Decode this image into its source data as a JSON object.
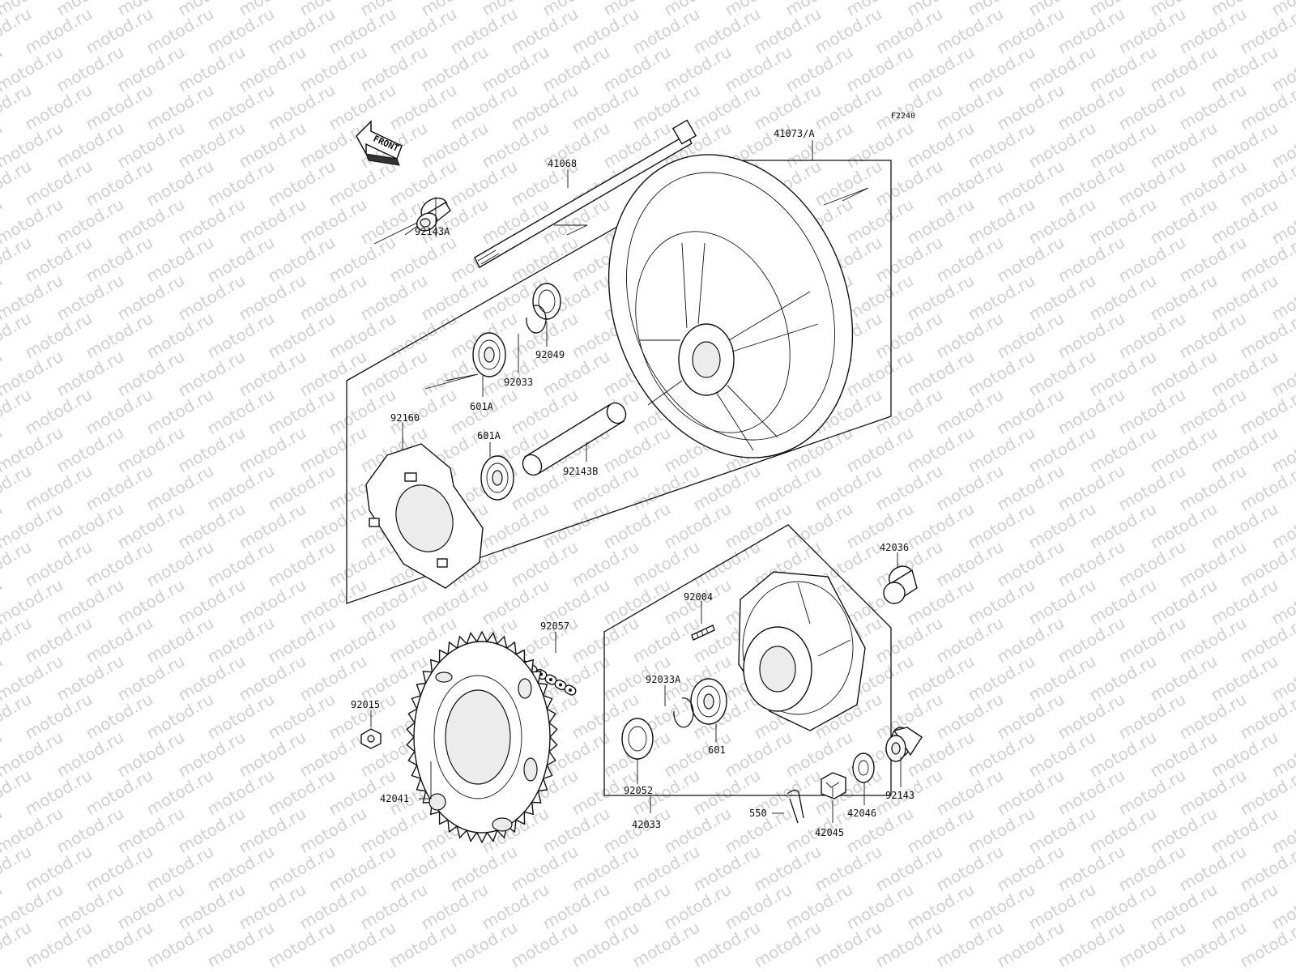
{
  "diagram": {
    "code": "F2240",
    "watermark": "motod.ru",
    "front_arrow": "FRONT",
    "callouts": [
      {
        "id": "41068",
        "text": "41068"
      },
      {
        "id": "41073A",
        "text": "41073/A"
      },
      {
        "id": "92143A",
        "text": "92143A"
      },
      {
        "id": "92049",
        "text": "92049"
      },
      {
        "id": "92033",
        "text": "92033"
      },
      {
        "id": "601A_1",
        "text": "601A"
      },
      {
        "id": "92160",
        "text": "92160"
      },
      {
        "id": "601A_2",
        "text": "601A"
      },
      {
        "id": "92143B",
        "text": "92143B"
      },
      {
        "id": "42036",
        "text": "42036"
      },
      {
        "id": "92004",
        "text": "92004"
      },
      {
        "id": "92057",
        "text": "92057"
      },
      {
        "id": "92033A",
        "text": "92033A"
      },
      {
        "id": "92015",
        "text": "92015"
      },
      {
        "id": "601",
        "text": "601"
      },
      {
        "id": "92052",
        "text": "92052"
      },
      {
        "id": "42041",
        "text": "42041"
      },
      {
        "id": "42033",
        "text": "42033"
      },
      {
        "id": "550",
        "text": "550"
      },
      {
        "id": "42045",
        "text": "42045"
      },
      {
        "id": "42046",
        "text": "42046"
      },
      {
        "id": "92143",
        "text": "92143"
      }
    ]
  }
}
